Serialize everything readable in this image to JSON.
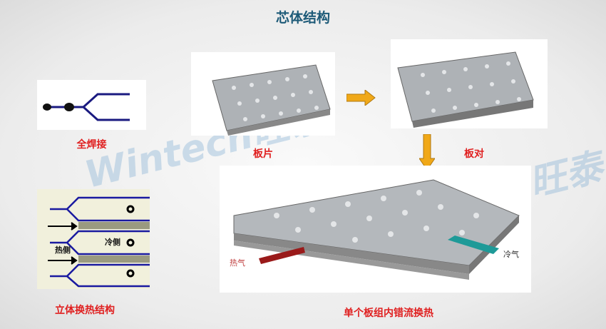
{
  "title": "芯体结构",
  "captions": {
    "full_weld": "全焊接",
    "plate": "板片",
    "plate_pair": "板对",
    "cross_flow": "单个板组内错流换热",
    "structure": "立体换热结构"
  },
  "diagram_labels": {
    "hot_side": "热侧",
    "cold_side": "冷侧",
    "hot_gas": "热气",
    "cold_gas": "冷气"
  },
  "watermark": "Wintech旺泰",
  "colors": {
    "title": "#1d5a78",
    "caption": "#e02020",
    "arrow": "#f0a818",
    "hot": "#9a1a1a",
    "cold": "#1e9a98"
  }
}
